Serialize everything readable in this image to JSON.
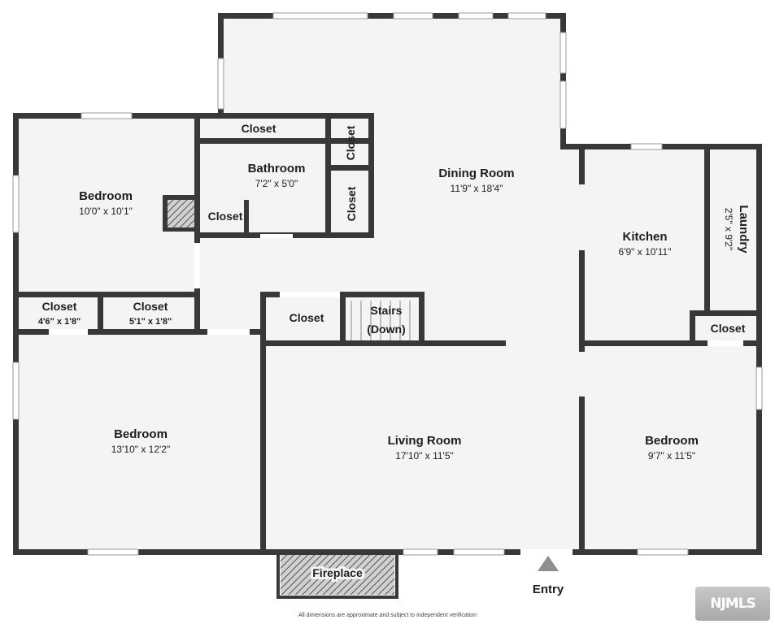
{
  "rooms": {
    "dining": {
      "name": "Dining Room",
      "dim": "11'9\" x 18'4\""
    },
    "bedroom_nw": {
      "name": "Bedroom",
      "dim": "10'0\" x 10'1\""
    },
    "bathroom": {
      "name": "Bathroom",
      "dim": "7'2\" x 5'0\""
    },
    "closet_top": {
      "name": "Closet"
    },
    "closet_v1": {
      "name": "Closet"
    },
    "closet_v2": {
      "name": "Closet"
    },
    "closet_bath": {
      "name": "Closet"
    },
    "closet_left1": {
      "name": "Closet",
      "dim": "4'6\" x 1'8\""
    },
    "closet_left2": {
      "name": "Closet",
      "dim": "5'1\" x 1'8\""
    },
    "closet_mid": {
      "name": "Closet"
    },
    "stairs": {
      "line1": "Stairs",
      "line2": "(Down)"
    },
    "kitchen": {
      "name": "Kitchen",
      "dim": "6'9\" x 10'11\""
    },
    "laundry": {
      "name": "Laundry",
      "dim": "2'5\" x 9'2\""
    },
    "closet_kitchen": {
      "name": "Closet"
    },
    "bedroom_sw": {
      "name": "Bedroom",
      "dim": "13'10\" x 12'2\""
    },
    "living": {
      "name": "Living Room",
      "dim": "17'10\" x 11'5\""
    },
    "bedroom_se": {
      "name": "Bedroom",
      "dim": "9'7\" x 11'5\""
    },
    "fireplace": {
      "name": "Fireplace"
    }
  },
  "entry": "Entry",
  "disclaimer": "All dimensions are approximate and subject to independent verification",
  "brand": "NJMLS",
  "colors": {
    "wall": "#383838",
    "floor": "#f4f4f4",
    "hatch": "#8a8a8a"
  }
}
